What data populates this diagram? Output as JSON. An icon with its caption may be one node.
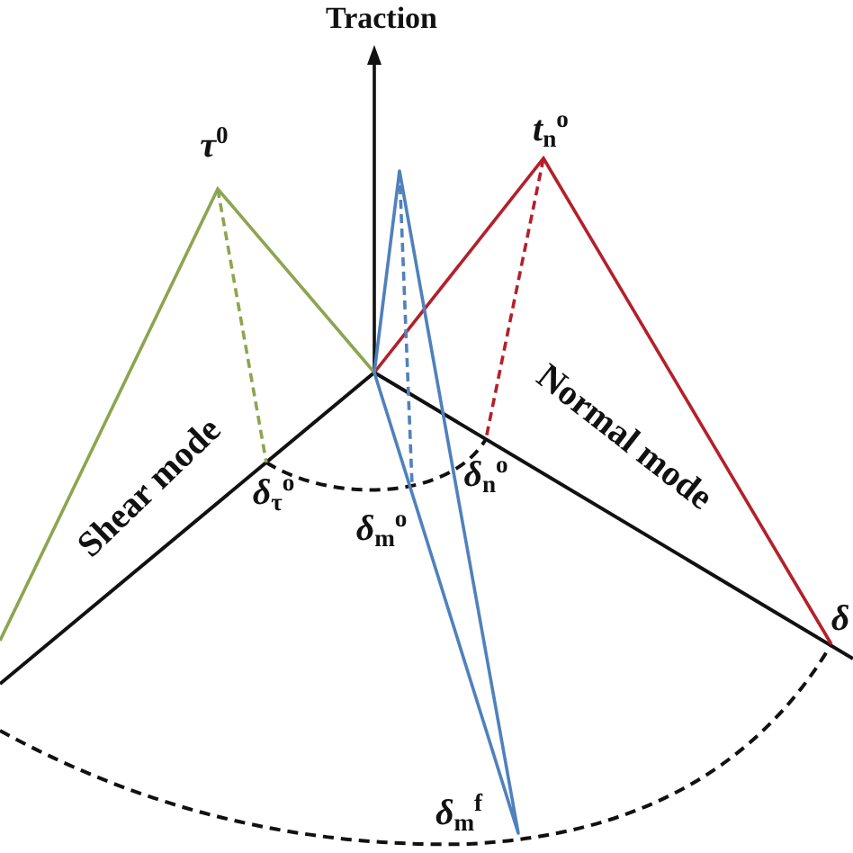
{
  "diagram": {
    "labels": [
      "Traction",
      "t$_{n}$$^{o}$",
      "τ$^{0}$",
      "Normal mode",
      "δ$_{n}$$^{o}$",
      "Shear mode",
      "δ$_{τ}$$^{o}$",
      "δ$_{m}$$^{o}$",
      "δ",
      "δ$_{m}$$^{f}$"
    ]
  }
}
